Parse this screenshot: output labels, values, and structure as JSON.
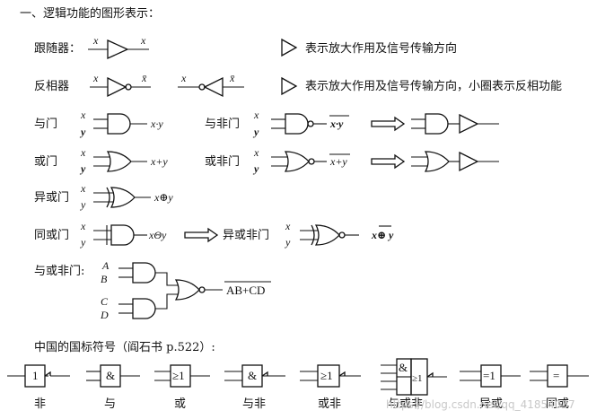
{
  "heading": "一、逻辑功能的图形表示：",
  "rows": {
    "follower": {
      "label": "跟随器：",
      "in": "x",
      "out": "x",
      "note": "表示放大作用及信号传输方向"
    },
    "inverter": {
      "label": "反相器",
      "in": "x",
      "out": "x̄",
      "note": "表示放大作用及信号传输方向，小圈表示反相功能"
    },
    "and": {
      "label": "与门",
      "in1": "x",
      "in2": "y",
      "out": "x·y"
    },
    "nand": {
      "label": "与非门",
      "in1": "x",
      "in2": "y",
      "out": "x·y"
    },
    "or": {
      "label": "或门",
      "in1": "x",
      "in2": "y",
      "out": "x+y"
    },
    "nor": {
      "label": "或非门",
      "in1": "x",
      "in2": "y",
      "out": "x+y"
    },
    "xor": {
      "label": "异或门",
      "in1": "x",
      "in2": "y",
      "out": "x⊕y"
    },
    "xnor": {
      "label": "同或门",
      "in1": "x",
      "in2": "y",
      "out": "xΘy",
      "equiv": "异或非门",
      "equiv_out": "x⊕ y"
    },
    "aoi": {
      "label": "与或非门:",
      "a": "A",
      "b": "B",
      "c": "C",
      "d": "D",
      "out": "AB+CD"
    }
  },
  "cn_section": {
    "title": "中国的国标符号（阎石书 p.522）:",
    "symbols": [
      {
        "box": "1",
        "label": "非"
      },
      {
        "box": "&",
        "label": "与"
      },
      {
        "box": "≥1",
        "label": "或"
      },
      {
        "box": "&",
        "label": "与非"
      },
      {
        "box": "≥1",
        "label": "或非"
      },
      {
        "box": "&",
        "box2": "≥1",
        "label": "与或非"
      },
      {
        "box": "=1",
        "label": "异或"
      },
      {
        "box": "=",
        "label": "同或"
      }
    ]
  },
  "watermark": "https://blog.csdn.net/qq_41854037"
}
